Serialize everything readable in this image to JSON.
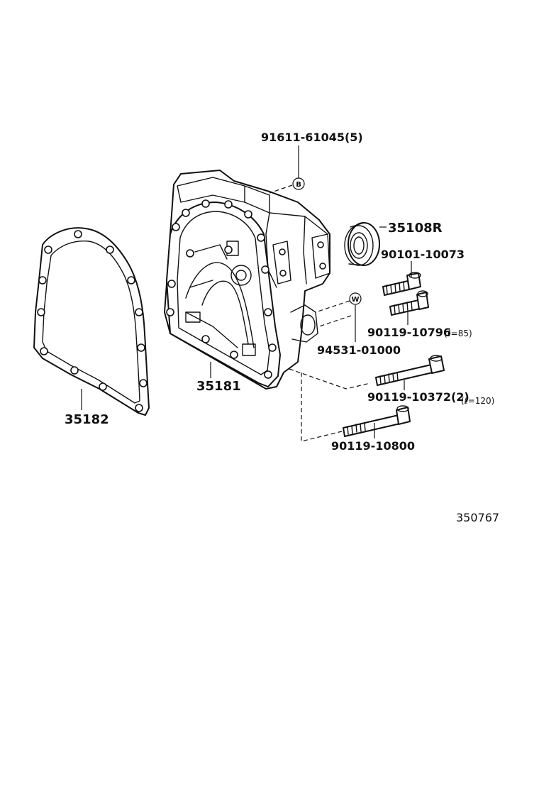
{
  "labels": {
    "p91611": "91611-61045(5)",
    "p35108r": "35108R",
    "p90101": "90101-10073",
    "p90119a": "90119-10796",
    "p90119a_note": "(ℓ=85)",
    "p94531": "94531-01000",
    "p35181": "35181",
    "p35182": "35182",
    "p90119b": "90119-10372(2)",
    "p90119b_note": "(ℓ=120)",
    "p90119c": "90119-10800",
    "ref_number": "350767"
  },
  "symbols": {
    "b_mark": "B",
    "w_mark": "W"
  }
}
